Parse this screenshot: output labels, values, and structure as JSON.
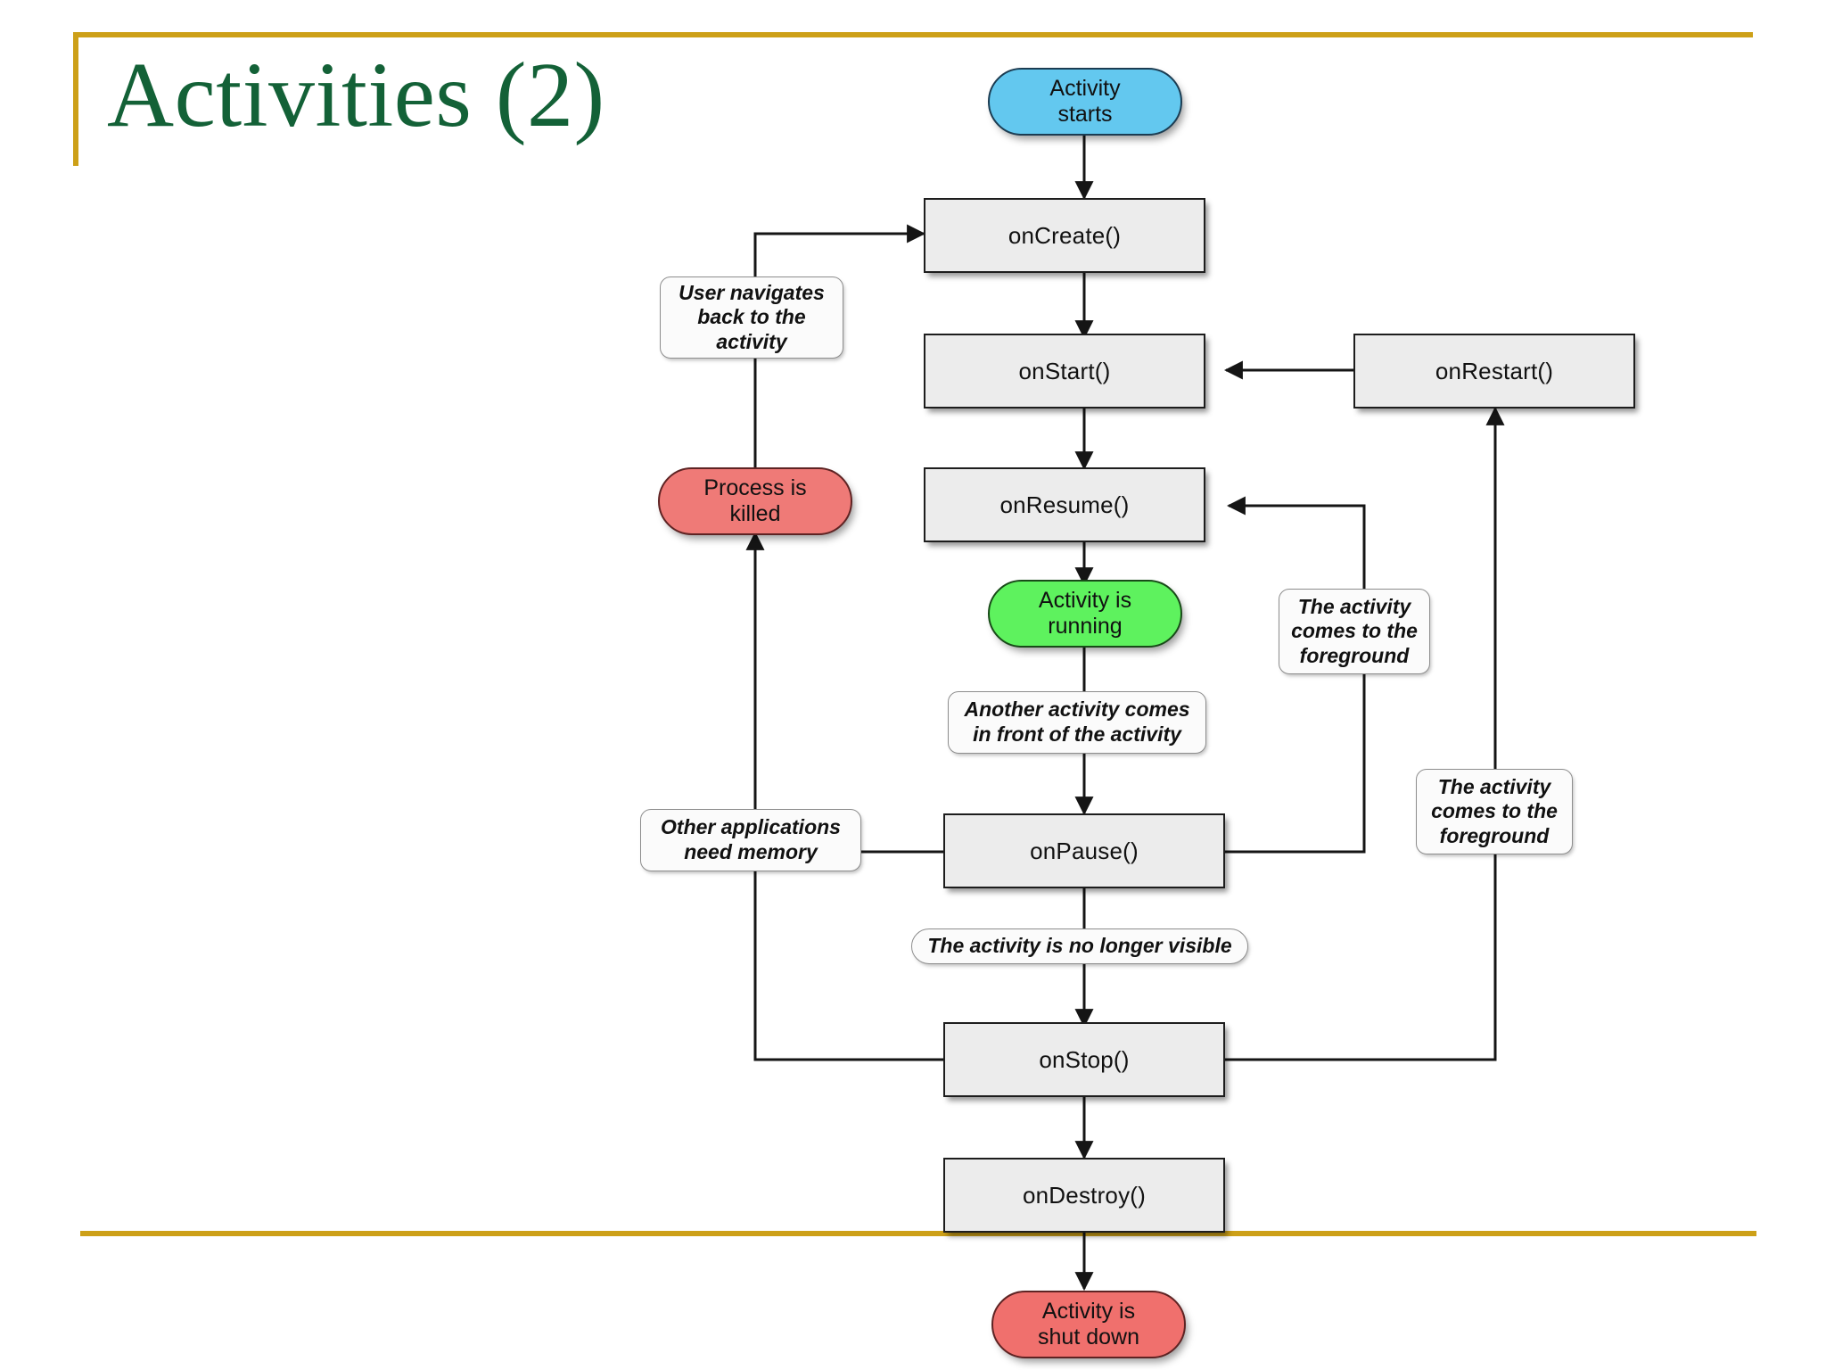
{
  "slide": {
    "title": "Activities (2)",
    "title_color": "#136137",
    "accent_color": "#cda018",
    "background_color": "#ffffff"
  },
  "diagram": {
    "name": "android-activity-lifecycle",
    "type": "flowchart",
    "nodes": [
      {
        "id": "activity-starts",
        "label": "Activity\nstarts",
        "line1": "Activity",
        "line2": "starts",
        "shape": "pill",
        "color": "#63c8ef"
      },
      {
        "id": "oncreate",
        "label": "onCreate()",
        "shape": "rect",
        "color": "#ececec"
      },
      {
        "id": "onstart",
        "label": "onStart()",
        "shape": "rect",
        "color": "#ececec"
      },
      {
        "id": "onrestart",
        "label": "onRestart()",
        "shape": "rect",
        "color": "#ececec"
      },
      {
        "id": "onresume",
        "label": "onResume()",
        "shape": "rect",
        "color": "#ececec"
      },
      {
        "id": "activity-running",
        "label": "Activity is\nrunning",
        "line1": "Activity is",
        "line2": "running",
        "shape": "pill",
        "color": "#5ef25e"
      },
      {
        "id": "onpause",
        "label": "onPause()",
        "shape": "rect",
        "color": "#ececec"
      },
      {
        "id": "onstop",
        "label": "onStop()",
        "shape": "rect",
        "color": "#ececec"
      },
      {
        "id": "ondestroy",
        "label": "onDestroy()",
        "shape": "rect",
        "color": "#ececec"
      },
      {
        "id": "process-killed",
        "label": "Process is\nkilled",
        "line1": "Process is",
        "line2": "killed",
        "shape": "pill",
        "color": "#ef7a77"
      },
      {
        "id": "activity-shutdown",
        "label": "Activity is\nshut down",
        "line1": "Activity is",
        "line2": "shut down",
        "shape": "pill",
        "color": "#f0706d"
      }
    ],
    "notes": [
      {
        "id": "note-user-navigates-back",
        "line1": "User navigates",
        "line2": "back to the",
        "line3": "activity"
      },
      {
        "id": "note-activity-foreground-upper",
        "line1": "The activity",
        "line2": "comes to the",
        "line3": "foreground"
      },
      {
        "id": "note-another-activity-front",
        "line1": "Another activity comes",
        "line2": "in front of the activity"
      },
      {
        "id": "note-other-apps-memory",
        "line1": "Other applications",
        "line2": "need memory"
      },
      {
        "id": "note-activity-foreground-lower",
        "line1": "The activity",
        "line2": "comes to the",
        "line3": "foreground"
      },
      {
        "id": "note-no-longer-visible",
        "line1": "The activity is no longer visible"
      }
    ],
    "edges": [
      {
        "from": "activity-starts",
        "to": "oncreate",
        "label": ""
      },
      {
        "from": "oncreate",
        "to": "onstart",
        "label": ""
      },
      {
        "from": "onstart",
        "to": "onresume",
        "label": ""
      },
      {
        "from": "onresume",
        "to": "activity-running",
        "label": ""
      },
      {
        "from": "activity-running",
        "to": "onpause",
        "label": "Another activity comes in front of the activity"
      },
      {
        "from": "onpause",
        "to": "onstop",
        "label": "The activity is no longer visible"
      },
      {
        "from": "onstop",
        "to": "ondestroy",
        "label": ""
      },
      {
        "from": "ondestroy",
        "to": "activity-shutdown",
        "label": ""
      },
      {
        "from": "onrestart",
        "to": "onstart",
        "label": ""
      },
      {
        "from": "onstop",
        "to": "onrestart",
        "label": "The activity comes to the foreground"
      },
      {
        "from": "onpause",
        "to": "onresume",
        "label": "The activity comes to the foreground"
      },
      {
        "from": "onpause",
        "to": "process-killed",
        "label": "Other applications need memory"
      },
      {
        "from": "onstop",
        "to": "process-killed",
        "label": "Other applications need memory"
      },
      {
        "from": "process-killed",
        "to": "oncreate",
        "label": "User navigates back to the activity"
      }
    ]
  }
}
